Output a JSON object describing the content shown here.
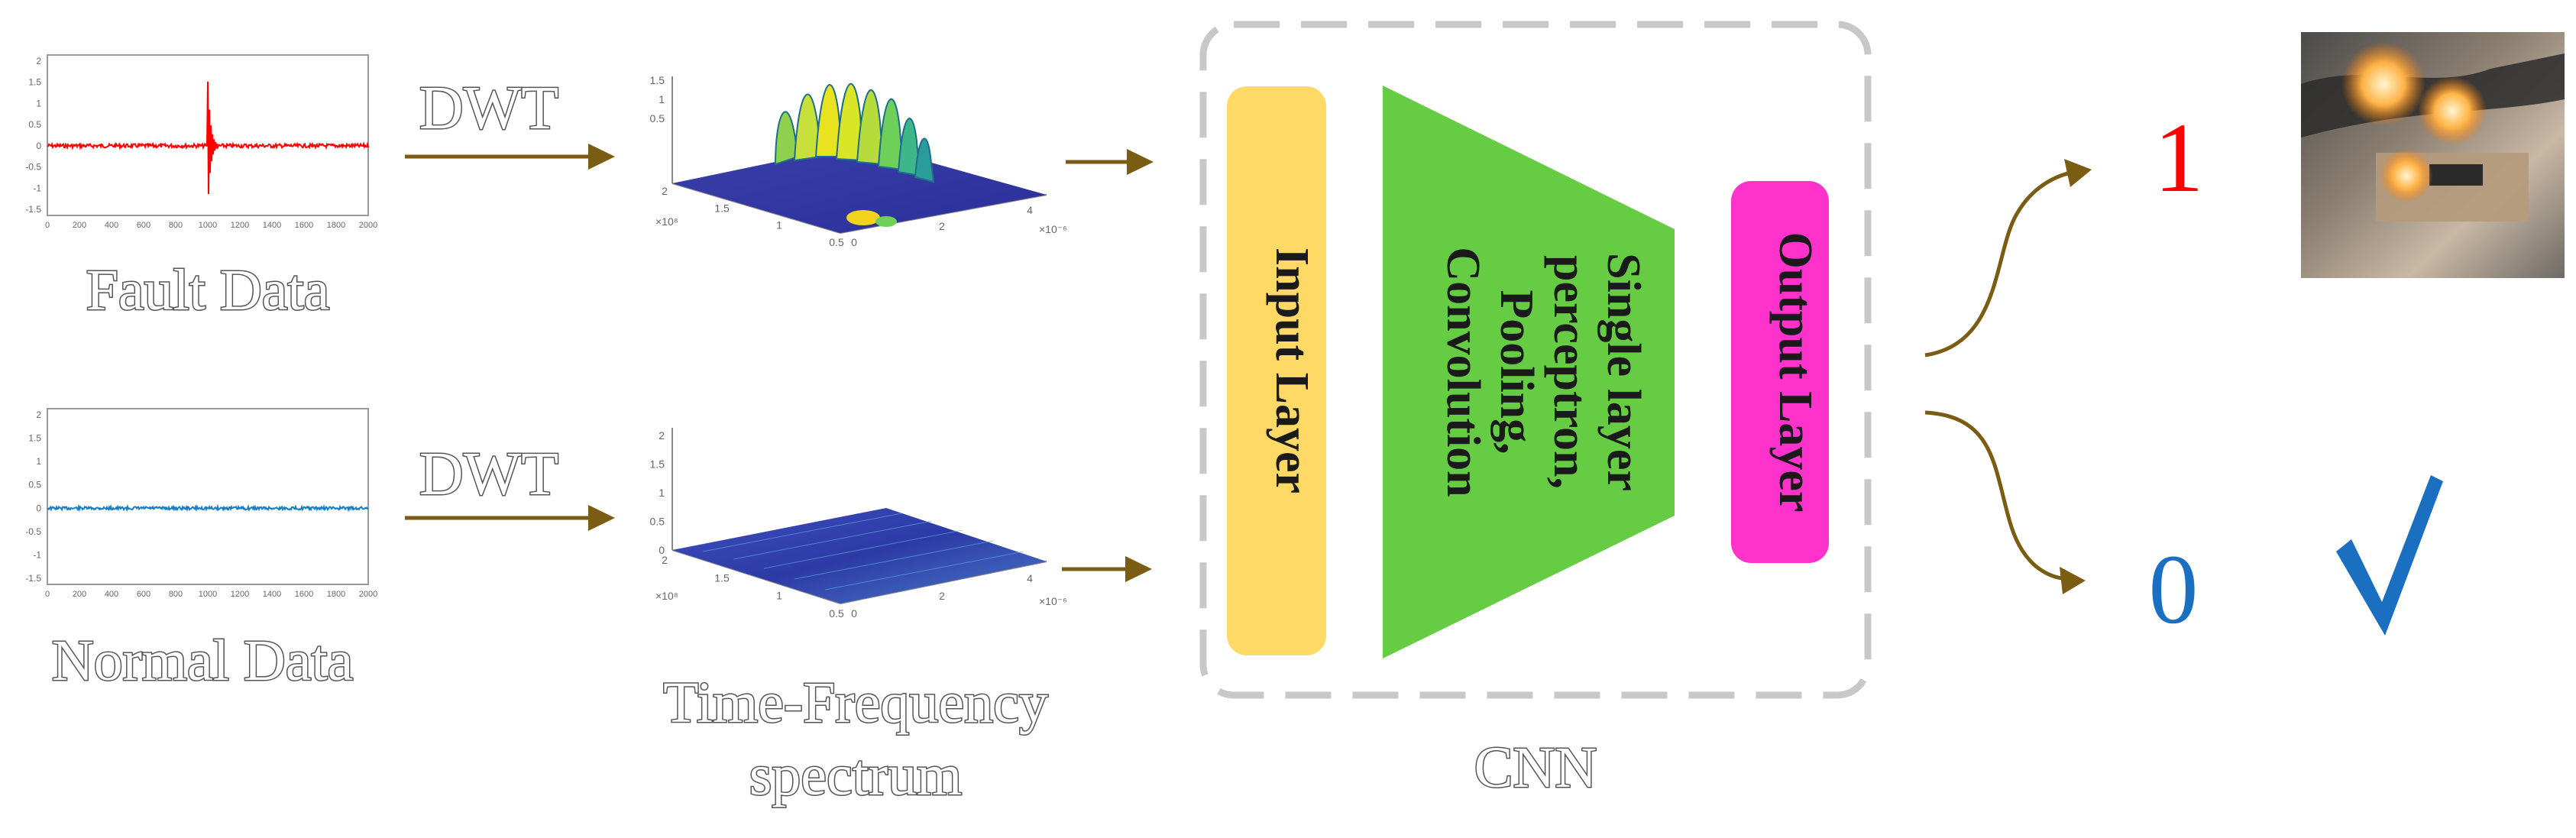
{
  "signals": {
    "fault": {
      "label": "Fault Data",
      "color": "#ff0000",
      "y_ticks": [
        "2",
        "1.5",
        "1",
        "0.5",
        "0",
        "-0.5",
        "-1",
        "-1.5"
      ],
      "x_ticks": [
        "0",
        "200",
        "400",
        "600",
        "800",
        "1000",
        "1200",
        "1400",
        "1600",
        "1800",
        "2000"
      ]
    },
    "normal": {
      "label": "Normal Data",
      "color": "#1a7fc1",
      "y_ticks": [
        "2",
        "1.5",
        "1",
        "0.5",
        "0",
        "-0.5",
        "-1",
        "-1.5"
      ],
      "x_ticks": [
        "0",
        "200",
        "400",
        "600",
        "800",
        "1000",
        "1200",
        "1400",
        "1600",
        "1800",
        "2000"
      ]
    }
  },
  "transforms": {
    "top_label": "DWT",
    "bottom_label": "DWT",
    "arrow_color": "#7a5c12"
  },
  "spectra": {
    "label_line1": "Time-Frequency",
    "label_line2": "spectrum",
    "top": {
      "z_ticks": [
        "1.5",
        "1",
        "0.5"
      ],
      "y_ticks": [
        "2",
        "1.5",
        "1",
        "0.5"
      ],
      "x_ticks": [
        "0",
        "2",
        "4"
      ],
      "y_exp": "×10⁸",
      "x_exp": "×10⁻⁶"
    },
    "bottom": {
      "z_ticks": [
        "2",
        "1.5",
        "1",
        "0.5",
        "0"
      ],
      "y_ticks": [
        "2",
        "1.5",
        "1",
        "0.5"
      ],
      "x_ticks": [
        "0",
        "2",
        "4"
      ],
      "y_exp": "×10⁸",
      "x_exp": "×10⁻⁶"
    }
  },
  "cnn": {
    "label": "CNN",
    "input_layer": {
      "label": "Input Layer",
      "color": "#ffd966"
    },
    "hidden": {
      "line1": "Single layer",
      "line2": "perceptron,",
      "line3": "Pooling,",
      "line4": "Convolution",
      "color": "#66cc44"
    },
    "output_layer": {
      "label": "Output Layer",
      "color": "#ff33cc"
    },
    "border_color": "#c8c8c8"
  },
  "outputs": {
    "fault_value": "1",
    "fault_color": "#ff0000",
    "normal_value": "0",
    "normal_color": "#1a6fc1",
    "check_color": "#1a6fc1"
  }
}
